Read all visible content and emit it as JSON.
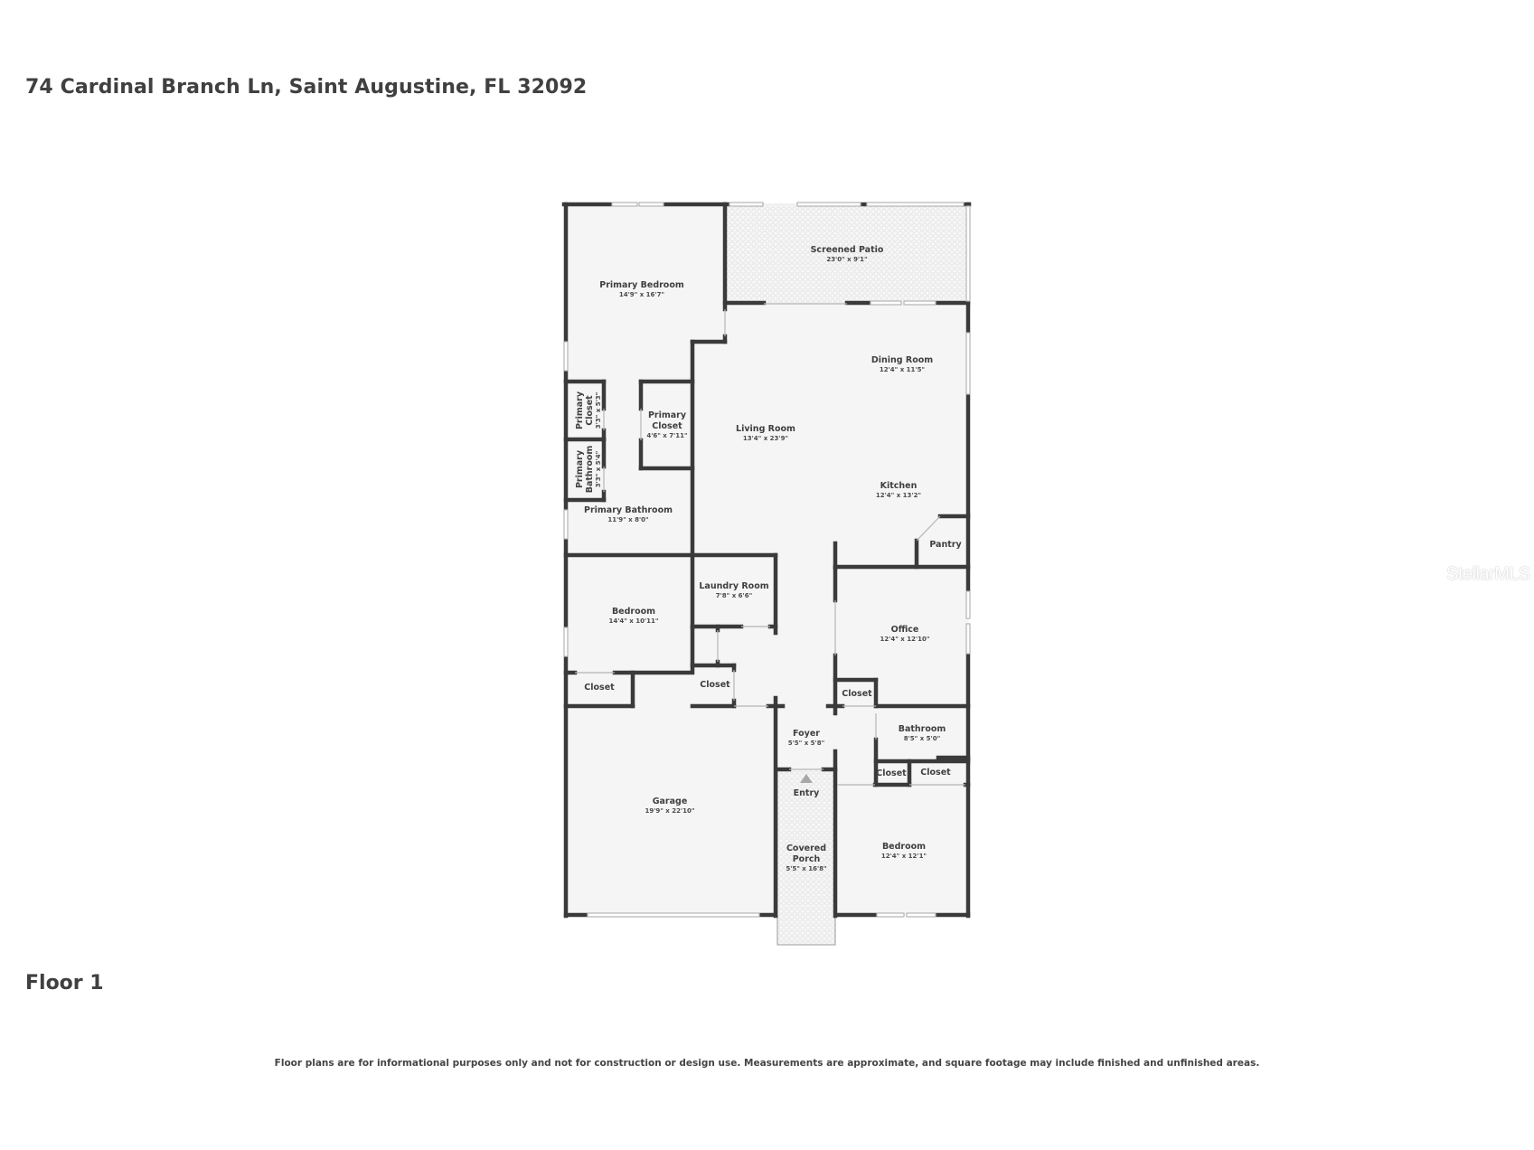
{
  "header": {
    "address": "74 Cardinal Branch Ln, Saint Augustine, FL 32092"
  },
  "floor": {
    "label": "Floor 1"
  },
  "footer": {
    "disclaimer": "Floor plans are for informational purposes only and not for construction or design use. Measurements are approximate, and square footage may include finished and unfinished areas."
  },
  "watermark": {
    "text": "StellarMLS"
  },
  "colors": {
    "wall": "#3a3a3a",
    "floor": "#f5f5f5",
    "outdoor_pattern": "#e6e6e6",
    "text": "#3f3f3f"
  },
  "rooms": {
    "screened_patio": {
      "name": "Screened Patio",
      "dims": "23'0\" x 9'1\""
    },
    "primary_bedroom": {
      "name": "Primary Bedroom",
      "dims": "14'9\" x 16'7\""
    },
    "dining_room": {
      "name": "Dining Room",
      "dims": "12'4\" x 11'5\""
    },
    "living_room": {
      "name": "Living Room",
      "dims": "13'4\" x 23'9\""
    },
    "primary_closet_small": {
      "name_line1": "Primary",
      "name_line2": "Closet",
      "dims": "3'3\" x 5'3\""
    },
    "primary_bathroom_small": {
      "name_line1": "Primary",
      "name_line2": "Bathroom",
      "dims": "3'3\" x 5'4\""
    },
    "primary_closet": {
      "name_line1": "Primary",
      "name_line2": "Closet",
      "dims": "4'6\" x 7'11\""
    },
    "kitchen": {
      "name": "Kitchen",
      "dims": "12'4\" x 13'2\""
    },
    "primary_bathroom": {
      "name": "Primary Bathroom",
      "dims": "11'9\" x 8'0\""
    },
    "pantry": {
      "name": "Pantry"
    },
    "laundry_room": {
      "name": "Laundry Room",
      "dims": "7'8\" x 6'6\""
    },
    "bedroom_2": {
      "name": "Bedroom",
      "dims": "14'4\" x 10'11\""
    },
    "office": {
      "name": "Office",
      "dims": "12'4\" x 12'10\""
    },
    "closet_bedroom2": {
      "name": "Closet"
    },
    "closet_hall": {
      "name": "Closet"
    },
    "closet_office": {
      "name": "Closet"
    },
    "foyer": {
      "name": "Foyer",
      "dims": "5'5\" x 5'8\""
    },
    "bathroom": {
      "name": "Bathroom",
      "dims": "8'5\" x 5'0\""
    },
    "closet_bath_left": {
      "name": "Closet"
    },
    "closet_bath_right": {
      "name": "Closet"
    },
    "entry": {
      "name": "Entry"
    },
    "garage": {
      "name": "Garage",
      "dims": "19'9\" x 22'10\""
    },
    "covered_porch": {
      "name_line1": "Covered",
      "name_line2": "Porch",
      "dims": "5'5\" x 16'8\""
    },
    "bedroom_3": {
      "name": "Bedroom",
      "dims": "12'4\" x 12'1\""
    }
  }
}
